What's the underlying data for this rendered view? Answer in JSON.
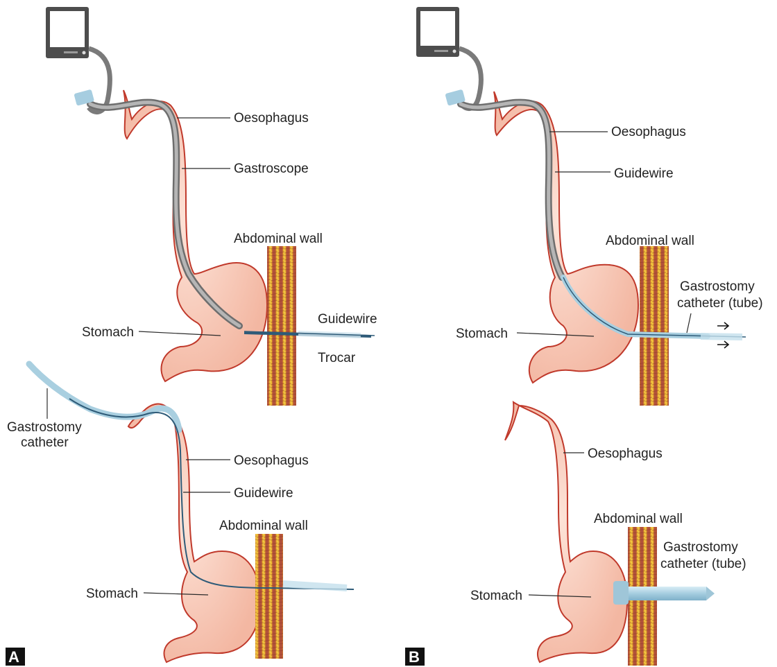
{
  "panels": {
    "a": {
      "tag": "A",
      "top": {
        "oesophagus": "Oesophagus",
        "gastroscope": "Gastroscope",
        "abdominal_wall": "Abdominal wall",
        "guidewire": "Guidewire",
        "trocar": "Trocar",
        "stomach": "Stomach"
      },
      "bottom": {
        "gastrostomy_catheter_line1": "Gastrostomy",
        "gastrostomy_catheter_line2": "catheter",
        "oesophagus": "Oesophagus",
        "guidewire": "Guidewire",
        "abdominal_wall": "Abdominal wall",
        "stomach": "Stomach"
      }
    },
    "b": {
      "tag": "B",
      "top": {
        "oesophagus": "Oesophagus",
        "guidewire": "Guidewire",
        "abdominal_wall": "Abdominal wall",
        "gastrostomy_tube_line1": "Gastrostomy",
        "gastrostomy_tube_line2": "catheter (tube)",
        "stomach": "Stomach"
      },
      "bottom": {
        "oesophagus": "Oesophagus",
        "abdominal_wall": "Abdominal wall",
        "gastrostomy_tube_line1": "Gastrostomy",
        "gastrostomy_tube_line2": "catheter (tube)",
        "stomach": "Stomach"
      }
    }
  },
  "colors": {
    "tissue_fill": "#f6c9b8",
    "tissue_edge": "#c0392b",
    "wall_outer": "#f2c230",
    "wall_inner": "#a8452f",
    "scope": "#8d8d8d",
    "wire": "#2e5b78",
    "tube": "#a9cfe0",
    "monitor": "#555555"
  }
}
